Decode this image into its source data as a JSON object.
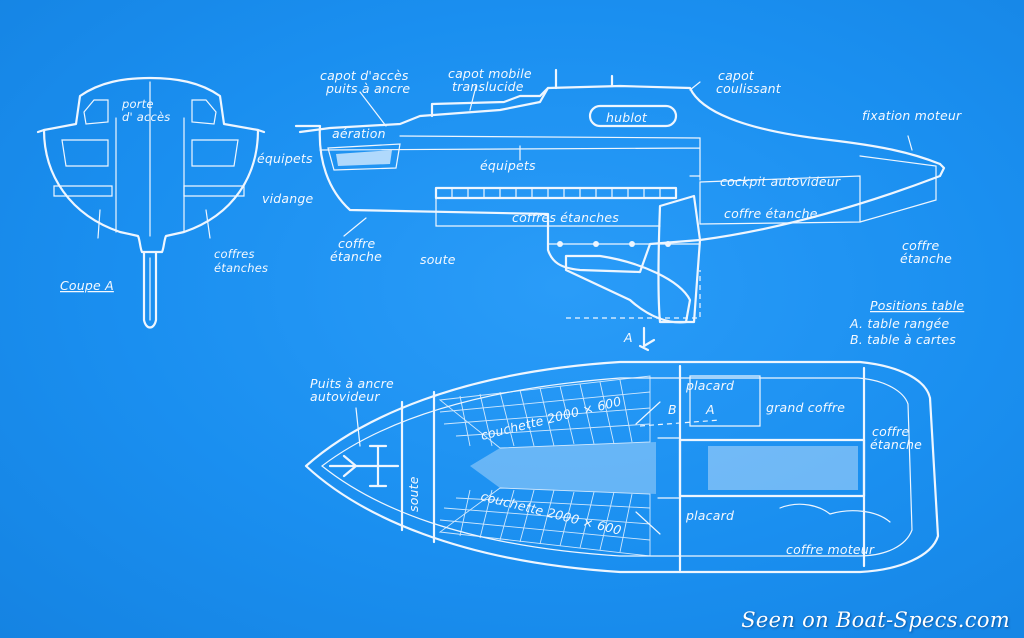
{
  "colors": {
    "background": "#1a8ff0",
    "lines": "#eef6ff"
  },
  "section": {
    "title": "Coupe A",
    "porte_acces": [
      "porte",
      "d' accès"
    ],
    "equipets": "équipets",
    "vidange": "vidange",
    "coffres_etanches": [
      "coffres",
      "étanches"
    ]
  },
  "profile": {
    "capot_acces": [
      "capot d'accès",
      "puits à ancre"
    ],
    "capot_mobile": [
      "capot mobile",
      "translucide"
    ],
    "capot_coulissant": [
      "capot",
      "coulissant"
    ],
    "fixation_moteur": "fixation moteur",
    "aeration": "aération",
    "hublot": "hublot",
    "equipets": "équipets",
    "cockpit": "cockpit autovideur",
    "coffres_etanches": "coffres étanches",
    "coffre_etanche_mid": "coffre étanche",
    "coffre_etanche_left": [
      "coffre",
      "étanche"
    ],
    "soute": "soute",
    "coffre_etanche_right": [
      "coffre",
      "étanche"
    ],
    "section_marker": "A"
  },
  "table_positions": {
    "title": "Positions table",
    "a": "A. table rangée",
    "b": "B. table à cartes"
  },
  "plan": {
    "puits_ancre": [
      "Puits à ancre",
      "autovideur"
    ],
    "soute": "soute",
    "couchette_top": "couchette 2000 × 600",
    "couchette_bottom": "couchette 2000 × 600",
    "placard_top": "placard",
    "placard_bottom": "placard",
    "marker_a": "A",
    "marker_b": "B",
    "grand_coffre": "grand coffre",
    "coffre_etanche": [
      "coffre",
      "étanche"
    ],
    "coffre_moteur": "coffre moteur"
  },
  "watermark": "Seen on Boat-Specs.com"
}
